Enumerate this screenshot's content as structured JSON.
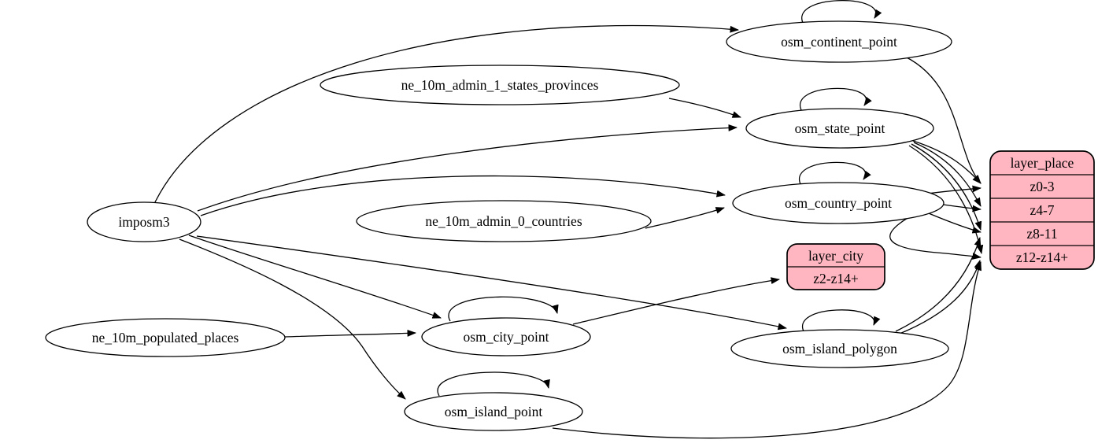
{
  "diagram": {
    "type": "etl-dependency-graph",
    "colors": {
      "background": "#ffffff",
      "node_fill": "#ffffff",
      "edge_color": "#000000",
      "layer_node_fill": "#ffb6c1",
      "border": "#000000"
    },
    "labels": {
      "imposm3": "imposm3",
      "ne_10m_admin_1_states_provinces": "ne_10m_admin_1_states_provinces",
      "ne_10m_admin_0_countries": "ne_10m_admin_0_countries",
      "ne_10m_populated_places": "ne_10m_populated_places",
      "osm_continent_point": "osm_continent_point",
      "osm_state_point": "osm_state_point",
      "osm_country_point": "osm_country_point",
      "osm_city_point": "osm_city_point",
      "osm_island_polygon": "osm_island_polygon",
      "osm_island_point": "osm_island_point",
      "layer_place_title": "layer_place",
      "layer_place_z0": "z0-3",
      "layer_place_z4": "z4-7",
      "layer_place_z8": "z8-11",
      "layer_place_z12": "z12-z14+",
      "layer_city_title": "layer_city",
      "layer_city_z2": "z2-z14+"
    },
    "sources": [
      "imposm3",
      "ne_10m_admin_1_states_provinces",
      "ne_10m_admin_0_countries",
      "ne_10m_populated_places"
    ],
    "tables": [
      "osm_continent_point",
      "osm_state_point",
      "osm_country_point",
      "osm_city_point",
      "osm_island_polygon",
      "osm_island_point"
    ],
    "layers": [
      {
        "name": "layer_place",
        "zoom_levels": [
          "z0-3",
          "z4-7",
          "z8-11",
          "z12-z14+"
        ]
      },
      {
        "name": "layer_city",
        "zoom_levels": [
          "z2-z14+"
        ]
      }
    ],
    "edges": [
      {
        "from": "imposm3",
        "to": "osm_continent_point"
      },
      {
        "from": "imposm3",
        "to": "osm_state_point"
      },
      {
        "from": "imposm3",
        "to": "osm_country_point"
      },
      {
        "from": "imposm3",
        "to": "osm_city_point"
      },
      {
        "from": "imposm3",
        "to": "osm_island_polygon"
      },
      {
        "from": "imposm3",
        "to": "osm_island_point"
      },
      {
        "from": "ne_10m_admin_1_states_provinces",
        "to": "osm_state_point"
      },
      {
        "from": "ne_10m_admin_0_countries",
        "to": "osm_country_point"
      },
      {
        "from": "ne_10m_populated_places",
        "to": "osm_city_point"
      },
      {
        "from": "osm_continent_point",
        "to": "osm_continent_point"
      },
      {
        "from": "osm_state_point",
        "to": "osm_state_point"
      },
      {
        "from": "osm_country_point",
        "to": "osm_country_point"
      },
      {
        "from": "osm_city_point",
        "to": "osm_city_point"
      },
      {
        "from": "osm_island_polygon",
        "to": "osm_island_polygon"
      },
      {
        "from": "osm_island_point",
        "to": "osm_island_point"
      },
      {
        "from": "osm_continent_point",
        "to": "layer_place:z0-3"
      },
      {
        "from": "osm_state_point",
        "to": "layer_place:z0-3"
      },
      {
        "from": "osm_state_point",
        "to": "layer_place:z4-7"
      },
      {
        "from": "osm_state_point",
        "to": "layer_place:z8-11"
      },
      {
        "from": "osm_state_point",
        "to": "layer_place:z12-z14+"
      },
      {
        "from": "osm_country_point",
        "to": "layer_place:z0-3"
      },
      {
        "from": "osm_country_point",
        "to": "layer_place:z4-7"
      },
      {
        "from": "osm_country_point",
        "to": "layer_place:z8-11"
      },
      {
        "from": "osm_country_point",
        "to": "layer_place:z12-z14+"
      },
      {
        "from": "osm_city_point",
        "to": "layer_city:z2-z14+"
      },
      {
        "from": "osm_island_polygon",
        "to": "layer_place:z8-11"
      },
      {
        "from": "osm_island_polygon",
        "to": "layer_place:z12-z14+"
      },
      {
        "from": "osm_island_point",
        "to": "layer_place:z12-z14+"
      }
    ]
  }
}
